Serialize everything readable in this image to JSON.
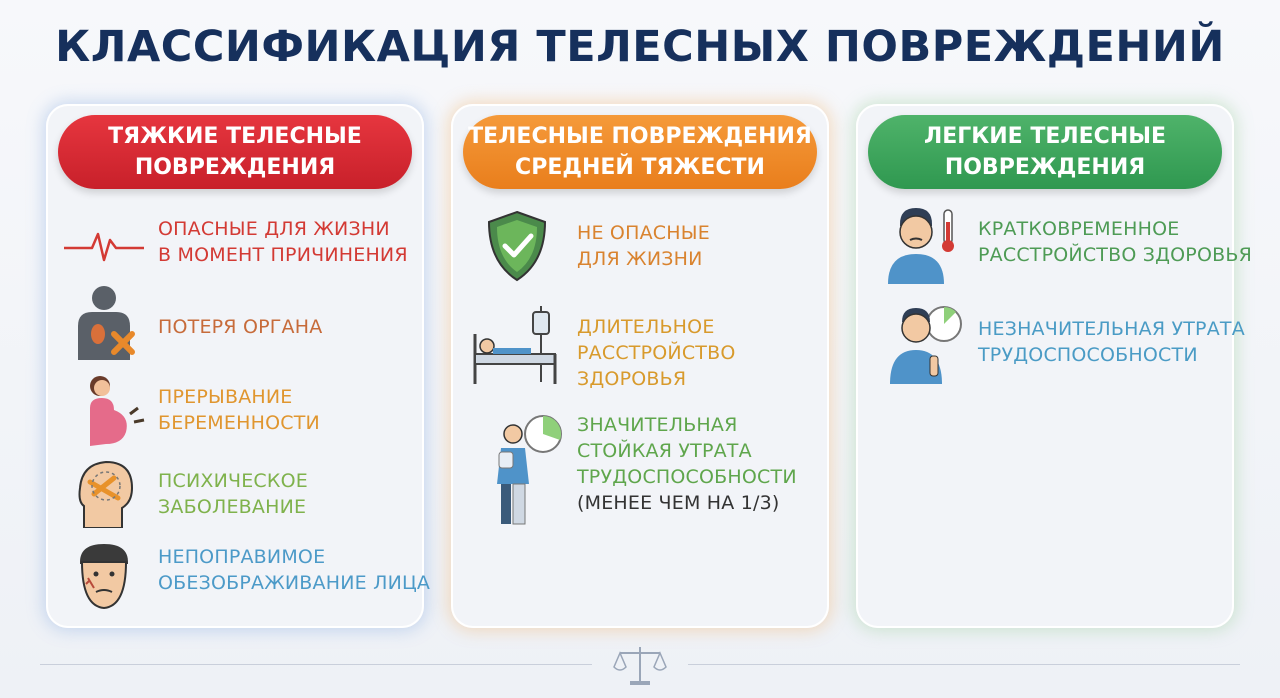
{
  "title": "КЛАССИФИКАЦИЯ ТЕЛЕСНЫХ ПОВРЕЖДЕНИЙ",
  "columns": [
    {
      "header": [
        "ТЯЖКИЕ ТЕЛЕСНЫЕ",
        "ПОВРЕЖДЕНИЯ"
      ],
      "color": "#d32f2f",
      "items": [
        {
          "icon": "heartbeat-icon",
          "lines": [
            "ОПАСНЫЕ ДЛЯ ЖИЗНИ",
            "В МОМЕНТ ПРИЧИНЕНИЯ"
          ]
        },
        {
          "icon": "organ-loss-icon",
          "lines": [
            "ПОТЕРЯ ОРГАНА"
          ]
        },
        {
          "icon": "pregnancy-icon",
          "lines": [
            "ПРЕРЫВАНИЕ",
            "БЕРЕМЕННОСТИ"
          ]
        },
        {
          "icon": "mental-illness-icon",
          "lines": [
            "ПСИХИЧЕСКОЕ",
            "ЗАБОЛЕВАНИЕ"
          ]
        },
        {
          "icon": "disfigured-face-icon",
          "lines": [
            "НЕПОПРАВИМОЕ",
            "ОБЕЗОБРАЖИВАНИЕ ЛИЦА"
          ]
        }
      ]
    },
    {
      "header": [
        "ТЕЛЕСНЫЕ ПОВРЕЖДЕНИЯ",
        "СРЕДНЕЙ ТЯЖЕСТИ"
      ],
      "color": "#ef8a2a",
      "items": [
        {
          "icon": "shield-check-icon",
          "lines": [
            "НЕ ОПАСНЫЕ",
            "ДЛЯ ЖИЗНИ"
          ]
        },
        {
          "icon": "hospital-bed-icon",
          "lines": [
            "ДЛИТЕЛЬНОЕ",
            "РАССТРОЙСТВО",
            "ЗДОРОВЬЯ"
          ]
        },
        {
          "icon": "injured-person-icon",
          "lines": [
            "ЗНАЧИТЕЛЬНАЯ",
            "СТОЙКАЯ УТРАТА",
            "ТРУДОСПОСОБНОСТИ"
          ],
          "note": "(МЕНЕЕ ЧЕМ НА 1/3)"
        }
      ]
    },
    {
      "header": [
        "ЛЕГКИЕ ТЕЛЕСНЫЕ",
        "ПОВРЕЖДЕНИЯ"
      ],
      "color": "#3aa55a",
      "items": [
        {
          "icon": "sick-person-icon",
          "lines": [
            "КРАТКОВРЕМЕННОЕ",
            "РАССТРОЙСТВО ЗДОРОВЬЯ"
          ]
        },
        {
          "icon": "minor-disability-icon",
          "lines": [
            "НЕЗНАЧИТЕЛЬНАЯ УТРАТА",
            "ТРУДОСПОСОБНОСТИ"
          ]
        }
      ]
    }
  ],
  "footer_icon": "scales-of-justice-icon"
}
